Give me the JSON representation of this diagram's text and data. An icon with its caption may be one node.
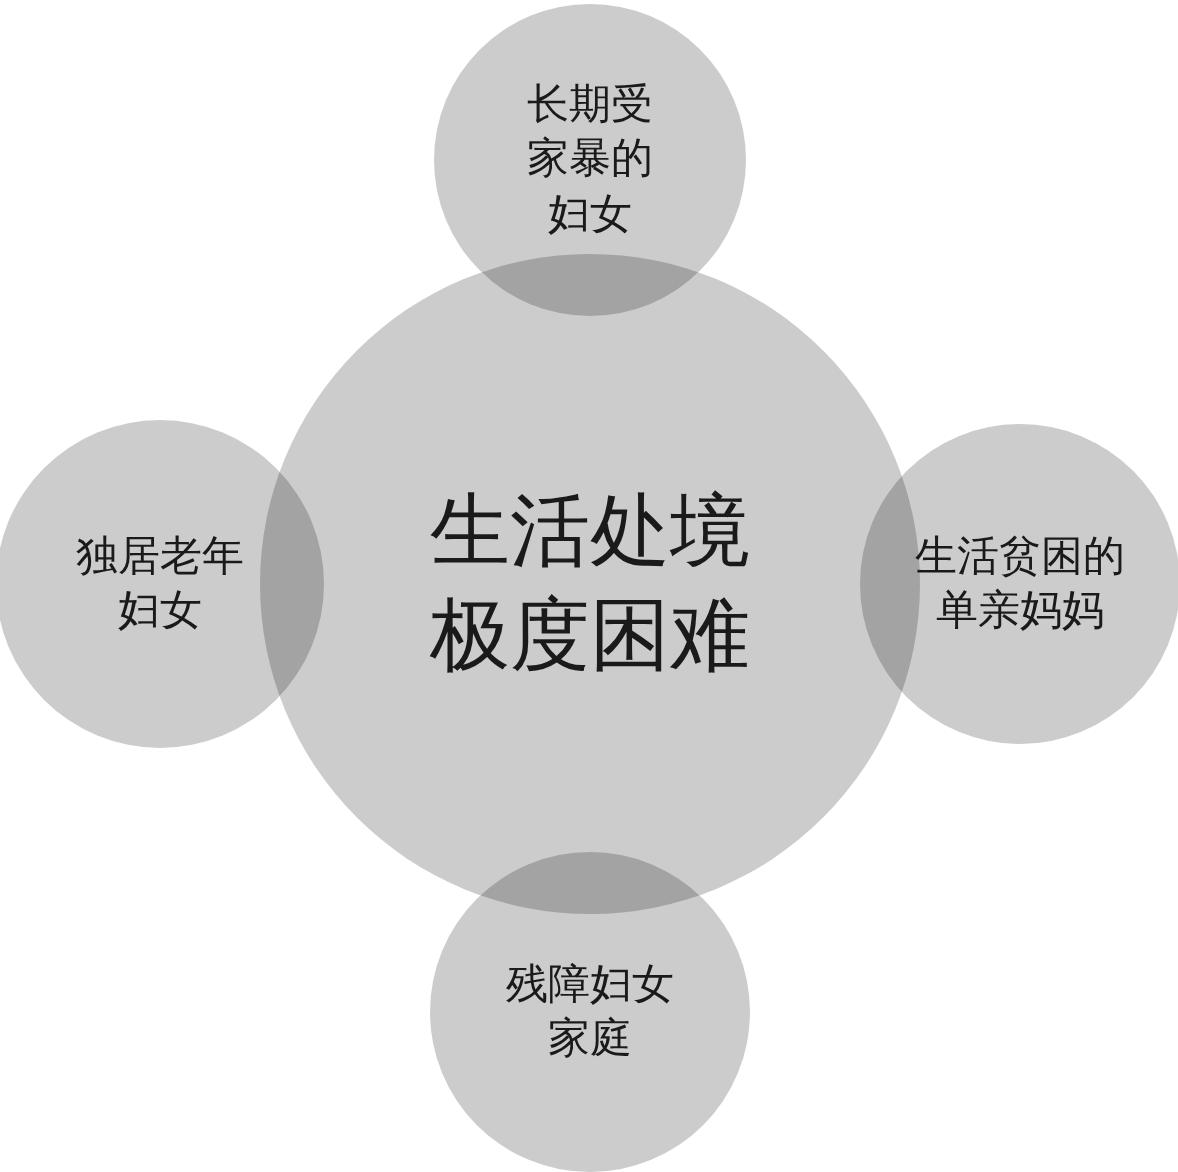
{
  "diagram": {
    "nodes": [
      {
        "text": [
          "长期受家暴的妇女"
        ]
      },
      {
        "text": [
          "独居老年妇女"
        ]
      },
      {
        "text": [
          "生活处境极度困难"
        ]
      },
      {
        "text": [
          "生活贫困的单亲妈妈"
        ]
      },
      {
        "text": [
          "残障妇女家庭"
        ]
      }
    ]
  }
}
